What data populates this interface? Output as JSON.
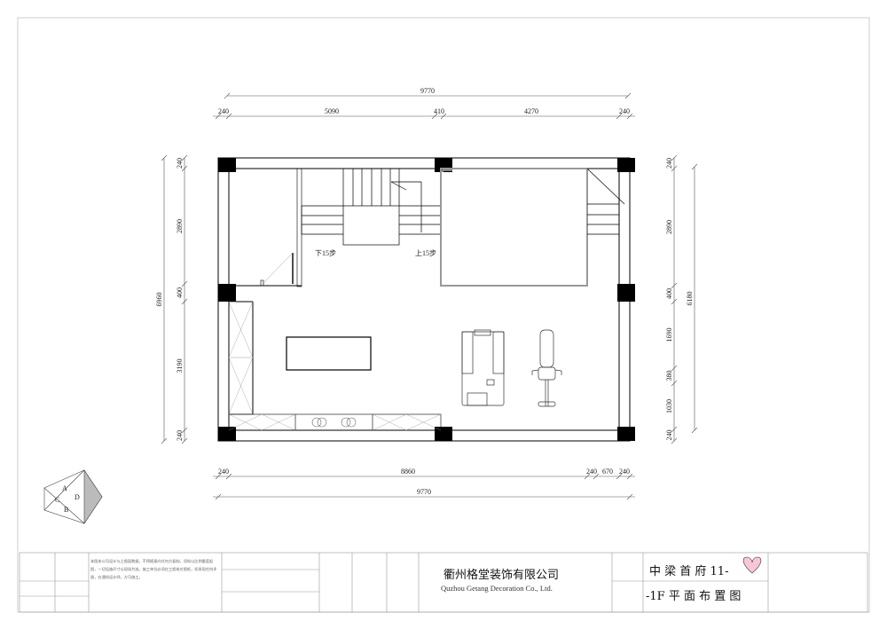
{
  "plan": {
    "top_dims": {
      "total": "9770",
      "segments": [
        "240",
        "5090",
        "410",
        "4270",
        "240"
      ]
    },
    "bottom_dims": {
      "total": "9770",
      "segments": [
        "240",
        "8860",
        "240",
        "670",
        "240"
      ]
    },
    "left_dims": {
      "total": "6960",
      "segments": [
        "240",
        "2890",
        "400",
        "3190",
        "240"
      ]
    },
    "right_dims": {
      "total": "6180",
      "segments": [
        "240",
        "2890",
        "400",
        "1690",
        "380",
        "1030",
        "240"
      ]
    },
    "stair_down": "下15步",
    "stair_up": "上15步"
  },
  "title_block": {
    "company_cn": "衢州格堂装饰有限公司",
    "company_en": "Quzhou Getang Decoration Co., Ltd.",
    "project": "中 梁 首 府 11-",
    "drawing_title": "-1F 平 面 布 置 图",
    "note": "本图本公司设计与之图面数据，不得随意向任何方复制，须知以比例量度起图，一切设施尺寸以现场为准。施工单位必须在工程核对图纸，如发现任何矛盾，应通知设计师，方可施工。"
  },
  "colors": {
    "line": "#000000",
    "void": "#bbbbbb"
  }
}
